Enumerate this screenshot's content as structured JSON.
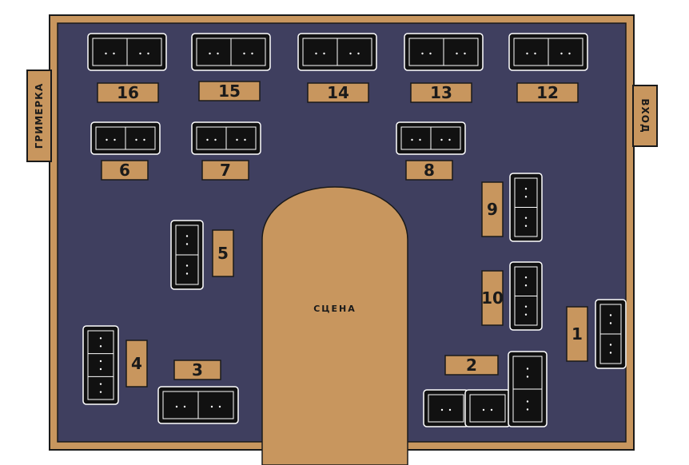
{
  "colors": {
    "floor": "#3f3f5f",
    "wall": "#c8965e",
    "wall_outline": "#1a1a1a",
    "sofa": "#111111",
    "sofa_line": "#ffffff",
    "table": "#c8965e",
    "stage": "#c8965e"
  },
  "stage": {
    "label": "СЦЕНА"
  },
  "dressing_room": {
    "label": "ГРИМЕРКА"
  },
  "entrance": {
    "label": "ВХОД"
  },
  "tables": [
    {
      "id": "16",
      "label": "16"
    },
    {
      "id": "15",
      "label": "15"
    },
    {
      "id": "14",
      "label": "14"
    },
    {
      "id": "13",
      "label": "13"
    },
    {
      "id": "12",
      "label": "12"
    },
    {
      "id": "6",
      "label": "6"
    },
    {
      "id": "7",
      "label": "7"
    },
    {
      "id": "8",
      "label": "8"
    },
    {
      "id": "9",
      "label": "9"
    },
    {
      "id": "10",
      "label": "10"
    },
    {
      "id": "5",
      "label": "5"
    },
    {
      "id": "4",
      "label": "4"
    },
    {
      "id": "3",
      "label": "3"
    },
    {
      "id": "2",
      "label": "2"
    },
    {
      "id": "1",
      "label": "1"
    }
  ]
}
